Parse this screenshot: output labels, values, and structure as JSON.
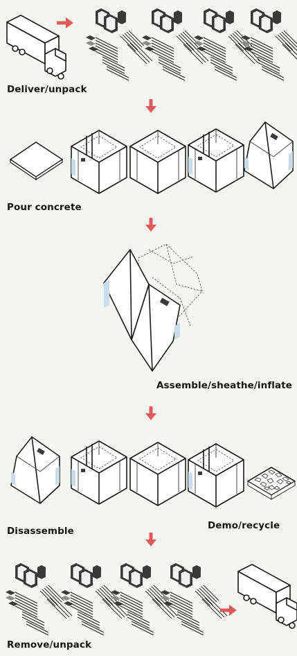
{
  "steps": [
    {
      "label": "Deliver/unpack"
    },
    {
      "label": "Pour concrete"
    },
    {
      "label": "Assemble/sheathe/inflate"
    },
    {
      "label": "Disassemble"
    },
    {
      "label": "Demo/recycle"
    },
    {
      "label": "Remove/unpack"
    }
  ],
  "colors": {
    "arrow": "#e05a5a",
    "ink": "#1a1a1a",
    "glass": "#c8dde8",
    "background": "#f4f5f1"
  },
  "icons": [
    "truck-icon",
    "kit-of-parts-icon",
    "concrete-slab-icon",
    "pavilion-module-icon",
    "rubble-icon",
    "arrow-right-icon",
    "arrow-down-icon"
  ]
}
